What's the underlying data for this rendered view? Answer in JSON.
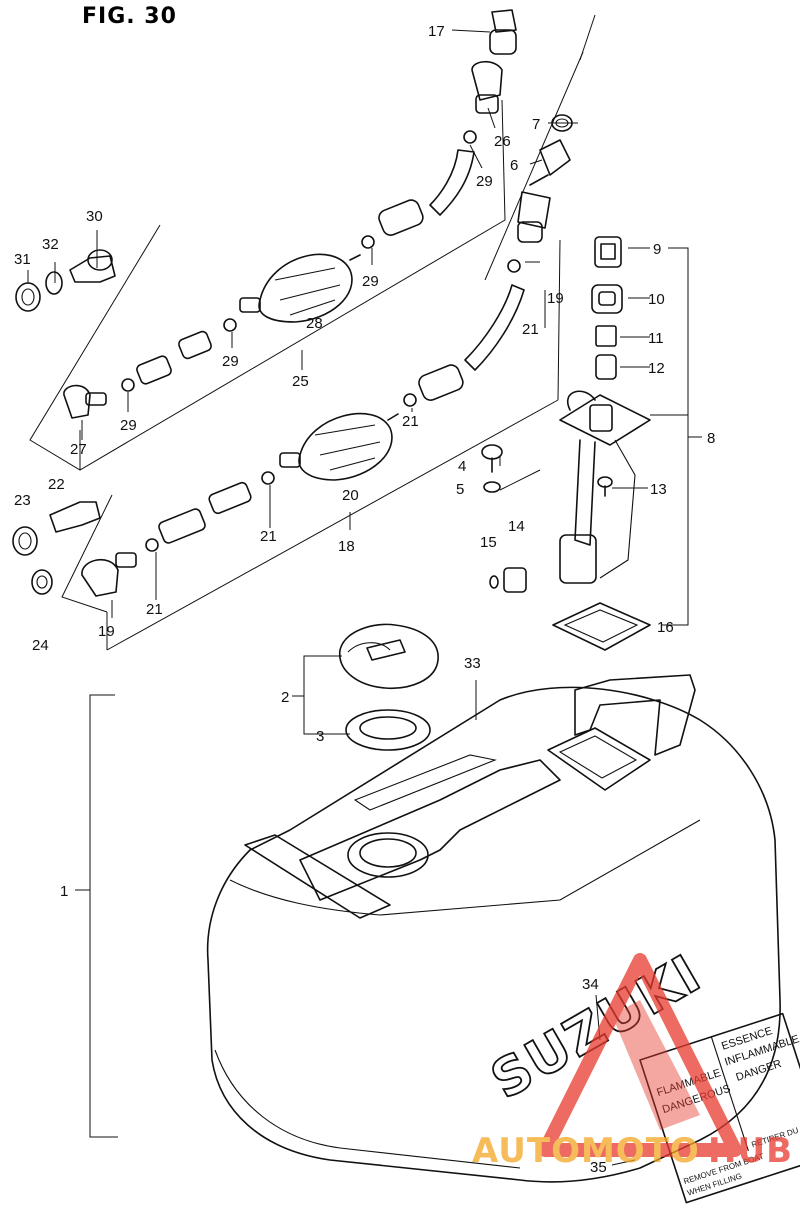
{
  "figure": {
    "title": "FIG. 30"
  },
  "callouts": [
    "1",
    "2",
    "3",
    "4",
    "5",
    "6",
    "7",
    "8",
    "9",
    "10",
    "11",
    "12",
    "13",
    "14",
    "15",
    "16",
    "17",
    "18",
    "19",
    "20",
    "21",
    "22",
    "23",
    "24",
    "25",
    "26",
    "27",
    "28",
    "29",
    "30",
    "31",
    "32",
    "33",
    "34",
    "35"
  ],
  "tank": {
    "brand": "SUZUKI"
  },
  "label": {
    "lines": [
      "ESSENCE",
      "FLAMMABLE",
      "INFLAMMABLE",
      "DANGER",
      "DANGEROUS",
      "REMOVE FROM BOAT",
      "RETIRER DU BA",
      "WHEN FILLING"
    ]
  },
  "watermark": {
    "text_a": "AUTOMOTO",
    "text_b": "HUB",
    "color_a": "#f5a623",
    "color_b": "#e83a2e"
  }
}
